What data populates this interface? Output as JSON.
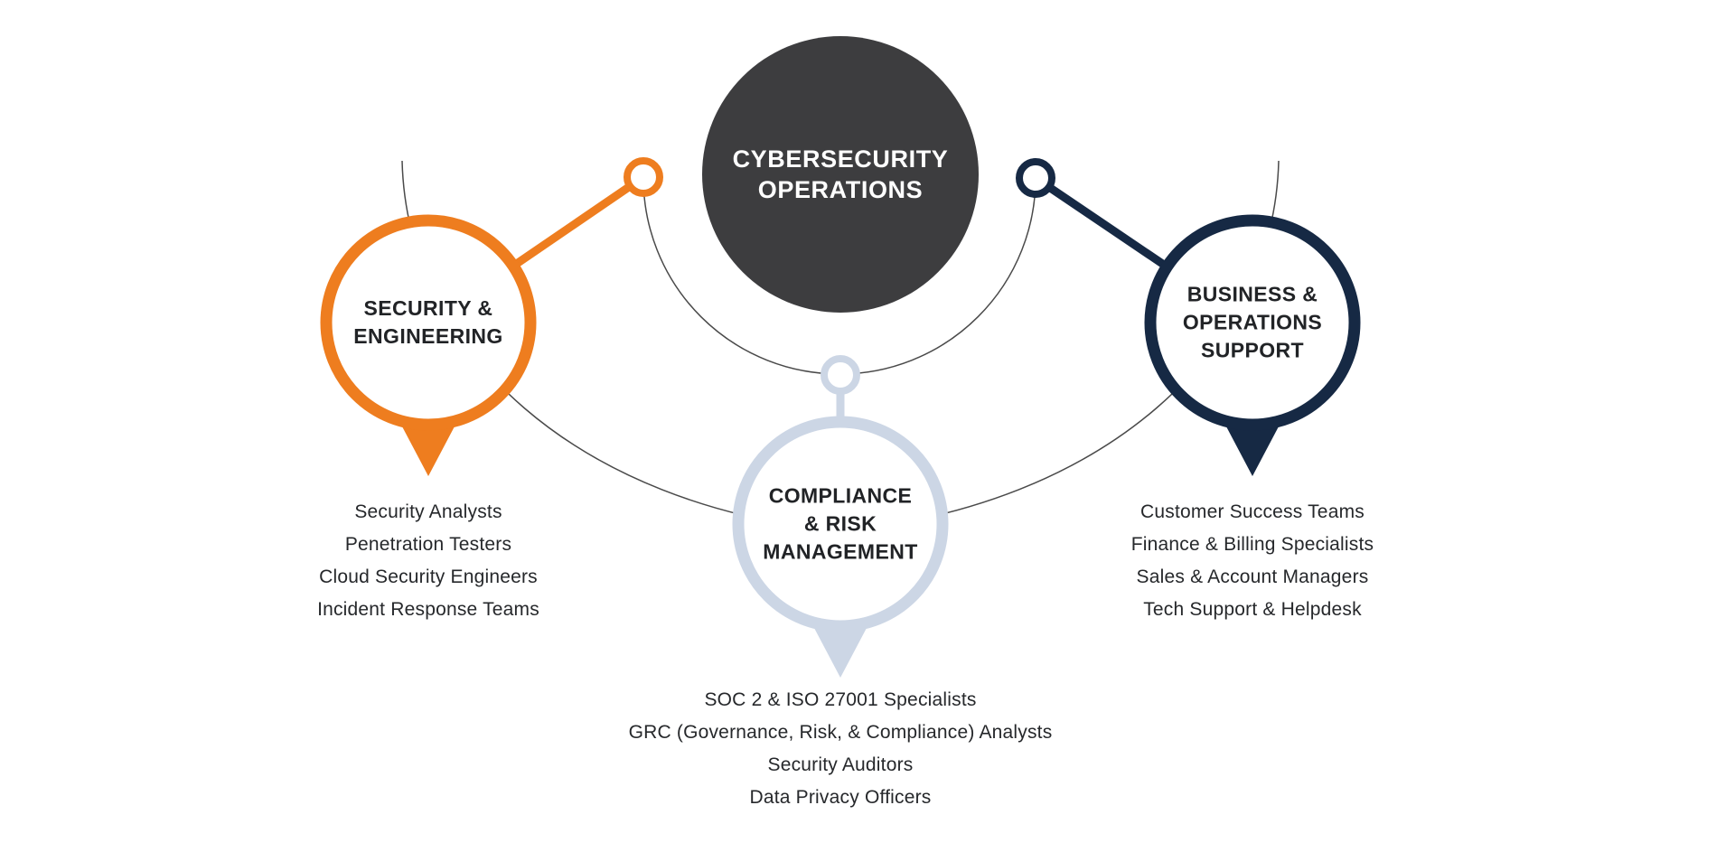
{
  "diagram": {
    "background": "#ffffff",
    "line_color": "#4a4a4a",
    "center": {
      "label_lines": [
        "CYBERSECURITY",
        "OPERATIONS"
      ],
      "color": "#3d3d3f",
      "text_color": "#ffffff"
    },
    "nodes": [
      {
        "id": "security-engineering",
        "label_lines": [
          "SECURITY &",
          "ENGINEERING"
        ],
        "color": "#ee7d1f",
        "items": [
          "Security Analysts",
          "Penetration Testers",
          "Cloud Security Engineers",
          "Incident Response Teams"
        ]
      },
      {
        "id": "compliance-risk-management",
        "label_lines": [
          "COMPLIANCE",
          "& RISK",
          "MANAGEMENT"
        ],
        "color": "#ccd6e5",
        "items": [
          "SOC 2 & ISO 27001 Specialists",
          "GRC (Governance, Risk, & Compliance) Analysts",
          "Security Auditors",
          "Data Privacy Officers"
        ]
      },
      {
        "id": "business-operations-support",
        "label_lines": [
          "BUSINESS &",
          "OPERATIONS",
          "SUPPORT"
        ],
        "color": "#162944",
        "items": [
          "Customer Success Teams",
          "Finance & Billing Specialists",
          "Sales & Account Managers",
          "Tech Support & Helpdesk"
        ]
      }
    ]
  }
}
